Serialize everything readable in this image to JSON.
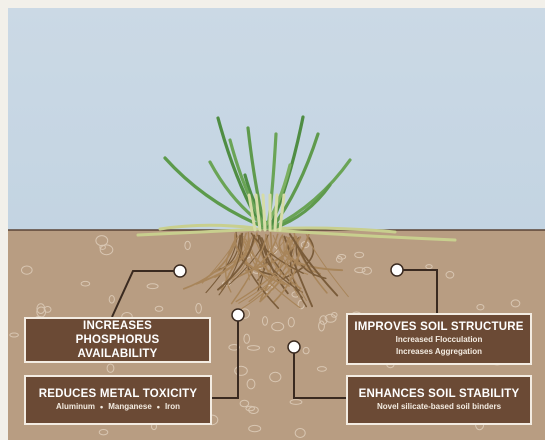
{
  "colors": {
    "sky": "#c6d6e3",
    "soil": "#b89d82",
    "ground_line": "#5a4536",
    "box_fill": "#6b4a35",
    "box_border": "#f3ece2",
    "connector": "#3a2a20",
    "grass": "#5f9a4d",
    "roots": "#a8855a"
  },
  "callouts": {
    "phosphorus": {
      "title": "INCREASES PHOSPHORUS AVAILABILITY"
    },
    "metal": {
      "title": "REDUCES METAL TOXICITY",
      "items": [
        "Aluminum",
        "Manganese",
        "Iron"
      ],
      "separator": "•"
    },
    "structure": {
      "title": "IMPROVES SOIL STRUCTURE",
      "lines": [
        "Increased Flocculation",
        "Increases Aggregation"
      ]
    },
    "stability": {
      "title": "ENHANCES SOIL STABILITY",
      "line": "Novel silicate-based soil binders"
    }
  }
}
